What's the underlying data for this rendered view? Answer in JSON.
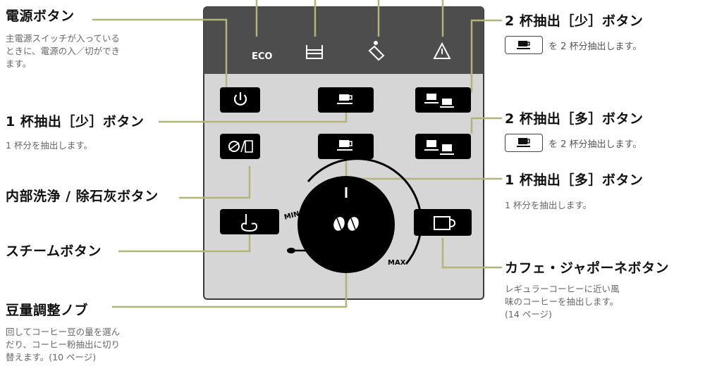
{
  "labels": {
    "power": {
      "title": "電源ボタン",
      "desc": "主電源スイッチが入っている\nときに、電源の入／切ができ\nます。"
    },
    "single_small": {
      "title": "1 杯抽出［少］ボタン",
      "desc": "1 杯分を抽出します。"
    },
    "cleaning": {
      "title": "内部洗浄 / 除石灰ボタン"
    },
    "steam": {
      "title": "スチームボタン"
    },
    "bean_knob": {
      "title": "豆量調整ノブ",
      "desc": "回してコーヒー豆の量を選ん\nだり、コーヒー粉抽出に切り\n替えます。(10 ページ)"
    },
    "double_small": {
      "title": "2 杯抽出［少］ボタン",
      "desc": "を 2 杯分抽出します。"
    },
    "double_large": {
      "title": "2 杯抽出［多］ボタン",
      "desc": "を 2 杯分抽出します。"
    },
    "single_large": {
      "title": "1 杯抽出［多］ボタン",
      "desc": "1 杯分を抽出します。"
    },
    "cafe_japone": {
      "title": "カフェ・ジャポーネボタン",
      "desc": "レギュラーコーヒーに近い風\n味のコーヒーを抽出します。\n(14 ページ)"
    }
  },
  "panel": {
    "indicators": [
      {
        "name": "eco-indicator",
        "text": "ECO"
      },
      {
        "name": "water-tank-indicator",
        "text": ""
      },
      {
        "name": "descale-indicator",
        "text": ""
      },
      {
        "name": "warning-indicator",
        "text": ""
      }
    ],
    "knob": {
      "min_label": "MIN",
      "max_label": "MAX"
    }
  }
}
